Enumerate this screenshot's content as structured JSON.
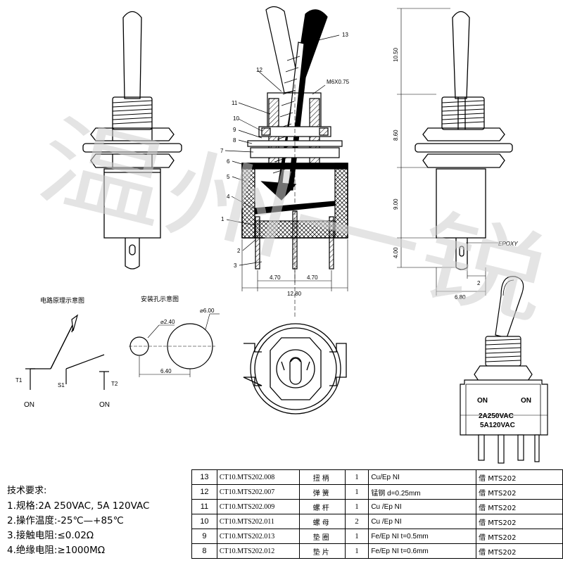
{
  "callouts": [
    "13",
    "12",
    "11",
    "10",
    "9",
    "8",
    "7",
    "6",
    "5",
    "4",
    "1",
    "2",
    "3"
  ],
  "thread_label": "M6X0.75",
  "epoxy_label": "EPOXY",
  "dims": {
    "pin_pitch_left": "4.70",
    "pin_pitch_right": "4.70",
    "body_width": "12.80",
    "lever_height": "10.50",
    "bushing_height": "8.60",
    "body_height": "9.00",
    "terminal_height": "4.00",
    "side_width": "6.80",
    "terminal_offset": "2"
  },
  "circuit": {
    "title": "电路原理示意图",
    "t1": "T1",
    "s1": "S1",
    "t2": "T2",
    "on_left": "ON",
    "on_right": "ON"
  },
  "mount": {
    "title": "安装孔示意图",
    "small_dia": "⌀2.40",
    "large_dia": "⌀6.00",
    "spacing": "6.40"
  },
  "product_marking": {
    "on_left": "ON",
    "on_right": "ON",
    "rating1": "2A250VAC",
    "rating2": "5A120VAC"
  },
  "watermark": "温州一锐",
  "specs": {
    "title": "技术要求:",
    "items": [
      "1.规格:2A 250VAC, 5A 120VAC",
      "2.操作温度:-25℃—+85℃",
      "3.接触电阻:≤0.02Ω",
      "4.绝缘电阻:≥1000MΩ"
    ]
  },
  "bom": [
    {
      "no": "13",
      "code": "CT10.MTS202.008",
      "name": "扭柄",
      "qty": "1",
      "material": "Cu/Ep NI",
      "remark": "借 MTS202"
    },
    {
      "no": "12",
      "code": "CT10.MTS202.007",
      "name": "弹簧",
      "qty": "1",
      "material": "锰钢 d=0.25mm",
      "remark": "借 MTS202"
    },
    {
      "no": "11",
      "code": "CT10.MTS202.009",
      "name": "螺杆",
      "qty": "1",
      "material": "Cu /Ep NI",
      "remark": "借 MTS202"
    },
    {
      "no": "10",
      "code": "CT10.MTS202.011",
      "name": "螺母",
      "qty": "2",
      "material": "Cu /Ep NI",
      "remark": "借 MTS202"
    },
    {
      "no": "9",
      "code": "CT10.MTS202.013",
      "name": "垫圈",
      "qty": "1",
      "material": "Fe/Ep NI t=0.5mm",
      "remark": "借 MTS202"
    },
    {
      "no": "8",
      "code": "CT10.MTS202.012",
      "name": "垫片",
      "qty": "1",
      "material": "Fe/Ep NI t=0.6mm",
      "remark": "借 MTS202"
    }
  ]
}
